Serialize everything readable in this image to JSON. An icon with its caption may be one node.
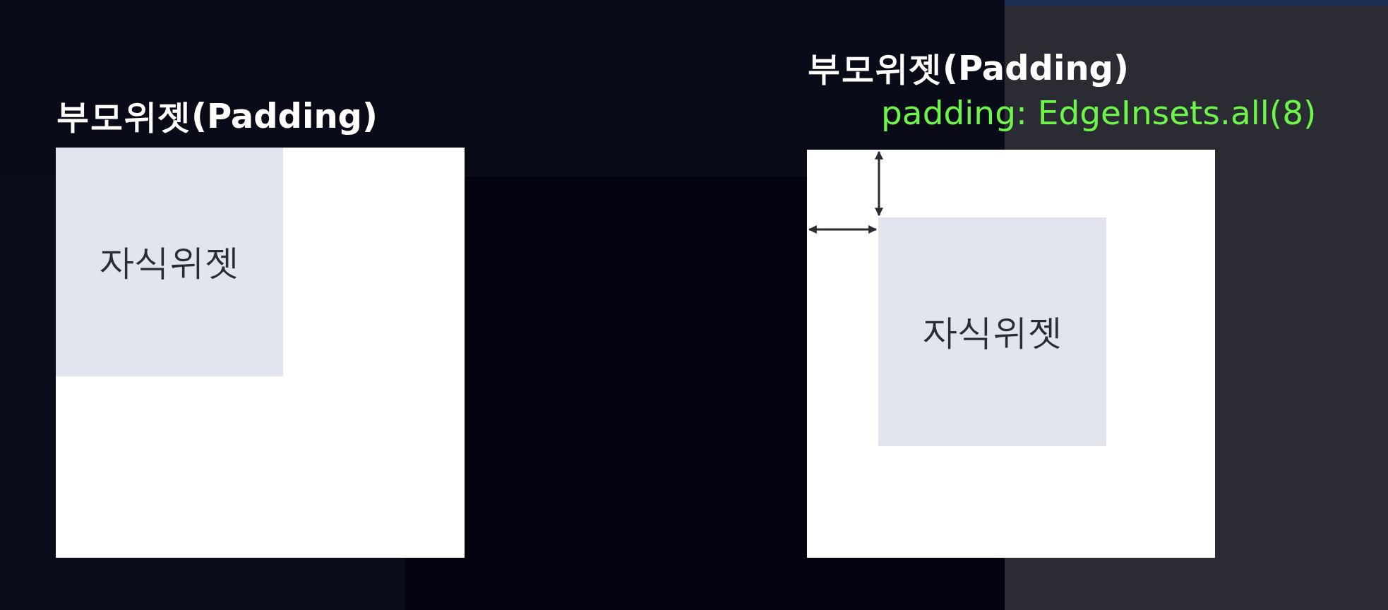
{
  "diagram": {
    "nodes": [
      {
        "text": [
          "부모위젯(Padding)"
        ]
      },
      {
        "text": [
          "자식위젯"
        ],
        "in": 0
      },
      {
        "text": [
          "부모위젯(Padding)",
          "padding: EdgeInsets.all(8)"
        ]
      },
      {
        "text": [
          "자식위젯"
        ],
        "in": 2
      }
    ],
    "edges": [
      {
        "from": 2,
        "to": 3,
        "arrow": "both"
      },
      {
        "from": 2,
        "to": 3,
        "arrow": "both"
      }
    ]
  }
}
